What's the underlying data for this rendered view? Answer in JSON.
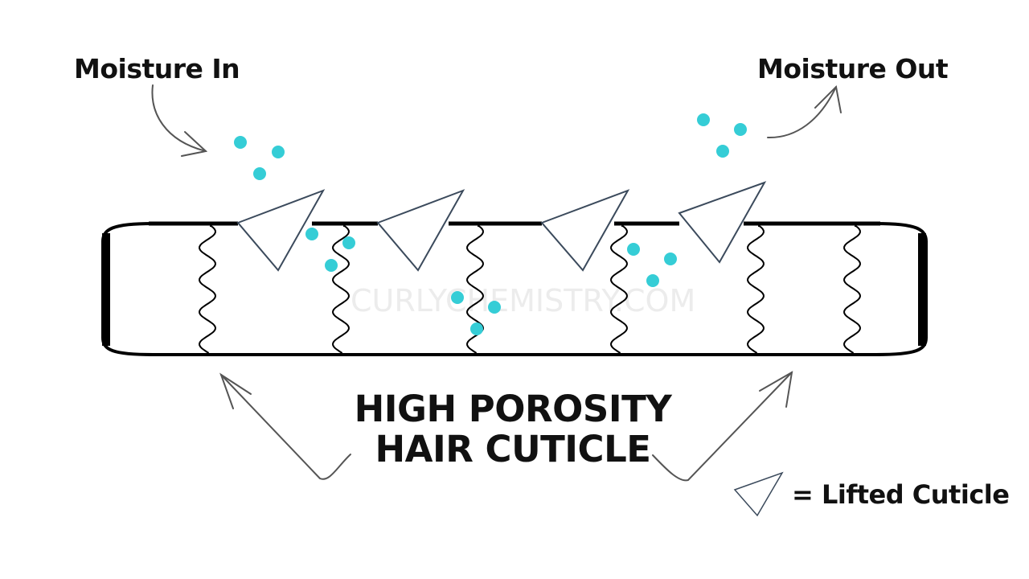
{
  "labels": {
    "moisture_in": "Moisture In",
    "moisture_out": "Moisture Out",
    "title_line1": "HIGH POROSITY",
    "title_line2": "HAIR CUTICLE",
    "legend": "= Lifted Cuticle",
    "watermark": "CURLYCHEMISTRY.COM"
  },
  "colors": {
    "moisture_dot": "#35cdd6",
    "cuticle_outline": "#3b4a5c",
    "hair_outline": "#000000",
    "arrow": "#555555",
    "watermark": "#ececec"
  },
  "diagram": {
    "lifted_cuticle_count": 4,
    "cortex_wave_count": 6,
    "moisture_groups": [
      "entering",
      "inside",
      "inside",
      "inside",
      "exiting"
    ]
  }
}
